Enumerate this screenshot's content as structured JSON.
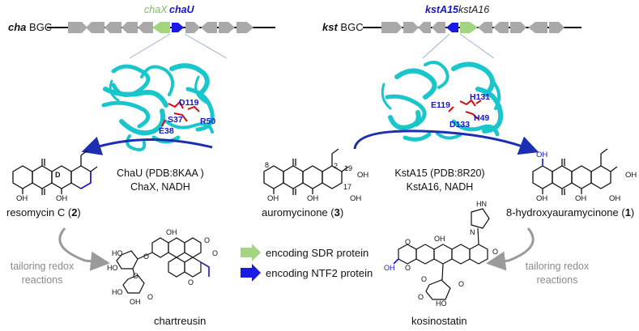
{
  "colors": {
    "gene_grey": "#a9a9a9",
    "sdr_green": "#a3d47f",
    "ntf2_blue": "#1a1ae6",
    "protein_cyan": "#19c6cc",
    "residue_red": "#d01010",
    "label_blue": "#1515c8",
    "arrow_blue": "#1c2fb0",
    "tailoring_grey": "#8a8a8a"
  },
  "clusters": {
    "left": {
      "title_italic": "cha",
      "title_rest": " BGC",
      "gene_a": "chaX",
      "gene_b": "chaU"
    },
    "right": {
      "title_italic": "kst",
      "title_rest": " BGC",
      "gene_a": "kstA15",
      "gene_b": "kstA16"
    }
  },
  "proteins": {
    "left": {
      "name_line1": "ChaU (PDB:8KAA )",
      "name_line2": "ChaX, NADH",
      "residues": [
        "D119",
        "S37",
        "R50",
        "E38"
      ]
    },
    "right": {
      "name_line1": "KstA15 (PDB:8R20)",
      "name_line2": "KstA16, NADH",
      "residues": [
        "E119",
        "H131",
        "H49",
        "D133"
      ]
    }
  },
  "compounds": {
    "resomycin": {
      "name": "resomycin C (",
      "num": "2",
      "close": ")",
      "ring_label": "D"
    },
    "auromycinone": {
      "name": "auromycinone (",
      "num": "3",
      "close": ")",
      "atoms": [
        "8",
        "2",
        "19",
        "OH",
        "OH",
        "17",
        "OH",
        "OH"
      ]
    },
    "hydroxy": {
      "name": "8-hydroxyauramycinone (",
      "num": "1",
      "close": ")",
      "atoms": [
        "OH",
        "OH",
        "OH",
        "OH",
        "OH"
      ]
    },
    "resomycin_oh": [
      "OH",
      "OH"
    ],
    "chartreusin": {
      "name": "chartreusin",
      "atoms": [
        "OH",
        "HO",
        "O",
        "HO",
        "O",
        "O",
        "O",
        "O",
        "HO",
        "O",
        "OH"
      ]
    },
    "kosinostatin": {
      "name": "kosinostatin",
      "atoms": [
        "HN",
        "N",
        "OH",
        "O",
        "O",
        "O",
        "OH",
        "O",
        "O",
        "HO",
        "O"
      ]
    }
  },
  "tailoring": {
    "left_line1": "tailoring redox",
    "left_line2": "reactions",
    "right_line1": "tailoring redox",
    "right_line2": "reactions"
  },
  "legend": {
    "sdr": "encoding SDR protein",
    "ntf2": "encoding NTF2 protein"
  }
}
